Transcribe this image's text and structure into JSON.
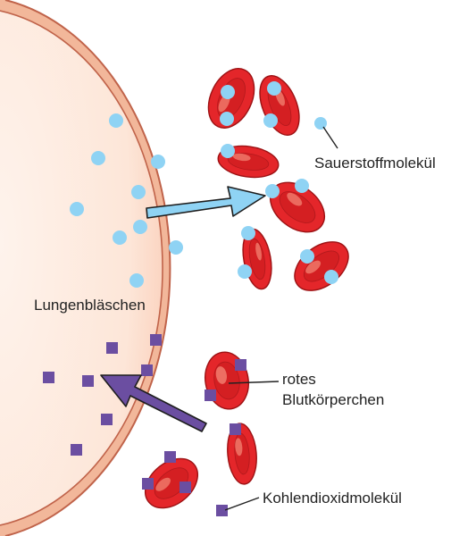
{
  "labels": {
    "oxygen": "Sauerstoffmolekül",
    "alveolus": "Lungenbläschen",
    "rbc_line1": "rotes",
    "rbc_line2": "Blutkörperchen",
    "co2": "Kohlendioxidmolekül"
  },
  "colors": {
    "alveolus_fill": "#fde8dd",
    "alveolus_wall": "#f2b79a",
    "alveolus_outline": "#c0634a",
    "rbc_fill": "#e4262a",
    "rbc_inner": "#d41f22",
    "rbc_outline": "#9c1214",
    "rbc_highlight": "#f58a78",
    "oxygen": "#8fd3f4",
    "co2": "#6b4ea1",
    "o2_arrow": "#8fd3f4",
    "co2_arrow": "#6b4ea1"
  }
}
